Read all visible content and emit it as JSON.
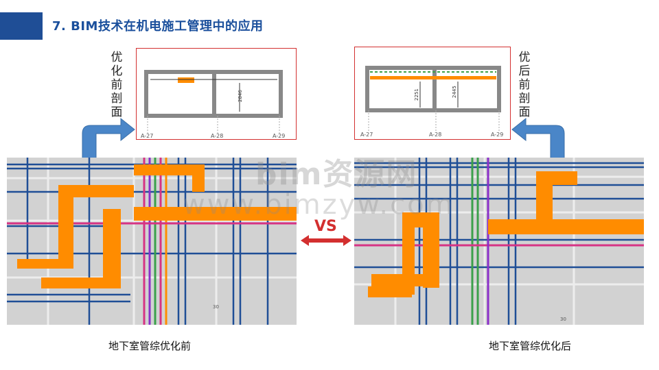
{
  "header": {
    "title": "7. BIM技术在机电施工管理中的应用"
  },
  "left": {
    "section_label": [
      "优",
      "化",
      "前",
      "剖",
      "面"
    ],
    "dimension": "2846",
    "axes": [
      "A-27",
      "A-28",
      "A-29"
    ],
    "caption": "地下室管综优化前"
  },
  "right": {
    "section_label": [
      "优",
      "后",
      "前",
      "剖",
      "面"
    ],
    "dimensions": [
      "2251",
      "2445"
    ],
    "axes": [
      "A-27",
      "A-28",
      "A-29"
    ],
    "caption": "地下室管综优化后"
  },
  "vs_label": "VS",
  "watermark": {
    "line1": "bim资源网",
    "line2": "www.bimzyw.com"
  },
  "colors": {
    "accent": "#1f4e96",
    "duct": "#ff8c00",
    "pipe": "#1f4e96",
    "frame": "#d32f2f"
  }
}
